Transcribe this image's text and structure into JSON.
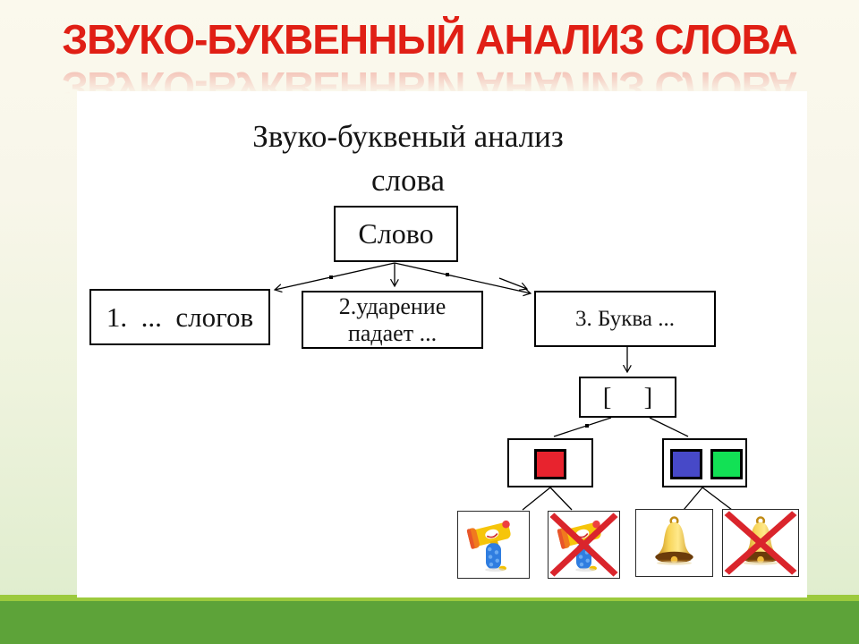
{
  "slide": {
    "title": "ЗВУКО-БУКВЕННЫЙ АНАЛИЗ СЛОВА",
    "title_color": "#e01f15"
  },
  "diagram": {
    "heading": {
      "line1": "Звуко-буквеный анализ",
      "line2": "слова"
    },
    "nodes": {
      "root": "Слово",
      "syllables": "1.  ...  слогов",
      "stress_line1": "2.ударение",
      "stress_line2": "падает ...",
      "letter": "3. Буква ...",
      "transcription": "[     ]"
    },
    "colors": {
      "red_square": "#e8232e",
      "blue_square": "#4749c8",
      "green_square": "#12e155",
      "cross": "#da252c"
    },
    "icons": {
      "sound_yes": "toy-hammer-icon",
      "sound_no": "toy-hammer-crossed-icon",
      "ring_yes": "bell-icon",
      "ring_no": "bell-crossed-icon"
    }
  },
  "footer": {
    "strip_color": "#9cca3d",
    "bar_color": "#5da339"
  }
}
